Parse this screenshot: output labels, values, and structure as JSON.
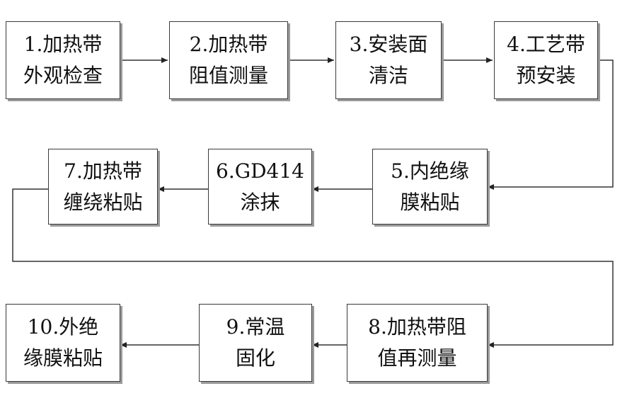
{
  "steps": [
    {
      "line1": "1.加热带",
      "line2": "外观检查"
    },
    {
      "line1": "2.加热带",
      "line2": "阻值测量"
    },
    {
      "line1": "3.安装面",
      "line2": "清洁"
    },
    {
      "line1": "4.工艺带",
      "line2": "预安装"
    },
    {
      "line1": "5.内绝缘",
      "line2": "膜粘贴"
    },
    {
      "line1": "6.GD414",
      "line2": "涂抹"
    },
    {
      "line1": "7.加热带",
      "line2": "缠绕粘贴"
    },
    {
      "line1": "8.加热带阻",
      "line2": "值再测量"
    },
    {
      "line1": "9.常温",
      "line2": "固化"
    },
    {
      "line1": "10.外绝",
      "line2": "缘膜粘贴"
    }
  ]
}
